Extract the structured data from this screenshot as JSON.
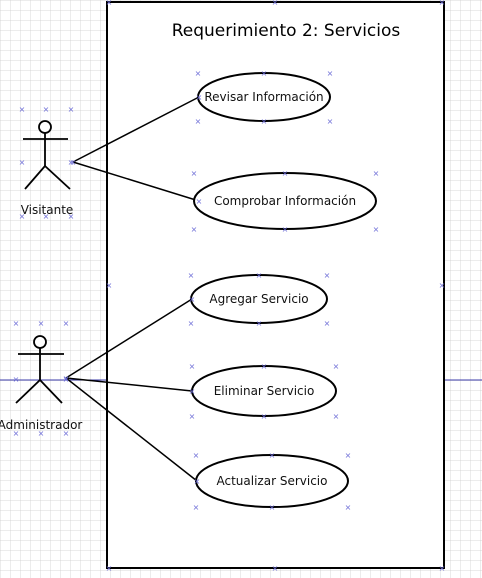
{
  "diagram": {
    "title": "Requerimiento 2: Servicios",
    "actors": [
      {
        "id": "visitante",
        "label": "Visitante"
      },
      {
        "id": "administrador",
        "label": "Administrador"
      }
    ],
    "use_cases": [
      {
        "id": "uc1",
        "label": "Revisar Información",
        "actor": "visitante"
      },
      {
        "id": "uc2",
        "label": "Comprobar Información",
        "actor": "visitante"
      },
      {
        "id": "uc3",
        "label": "Agregar Servicio",
        "actor": "administrador"
      },
      {
        "id": "uc4",
        "label": "Eliminar Servicio",
        "actor": "administrador"
      },
      {
        "id": "uc5",
        "label": "Actualizar Servicio",
        "actor": "administrador"
      }
    ],
    "colors": {
      "selection_marker": "#6b6bd6",
      "guide_line": "#3b3baa",
      "stroke": "#000000"
    }
  }
}
